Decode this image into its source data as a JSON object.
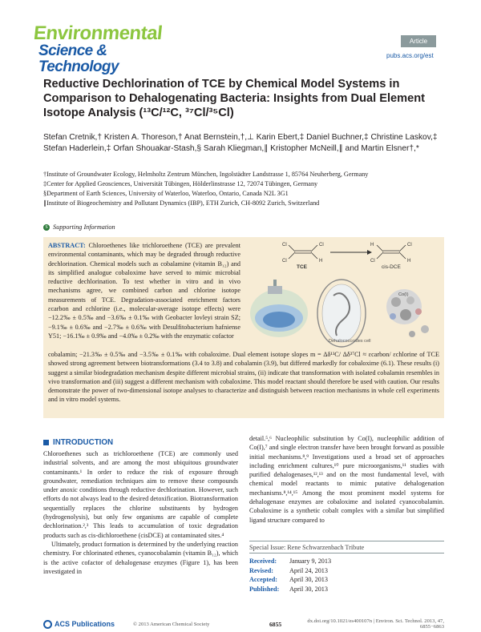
{
  "journal": {
    "logo_line1": "Environmental",
    "logo_line2": "Science & Technology",
    "badge": "Article",
    "url": "pubs.acs.org/est"
  },
  "title": "Reductive Dechlorination of TCE by Chemical Model Systems in Comparison to Dehalogenating Bacteria: Insights from Dual Element Isotope Analysis (¹³C/¹²C, ³⁷Cl/³⁵Cl)",
  "authors": "Stefan Cretnik,† Kristen A. Thoreson,† Anat Bernstein,†,⊥ Karin Ebert,‡ Daniel Buchner,‡ Christine Laskov,‡ Stefan Haderlein,‡ Orfan Shouakar-Stash,§ Sarah Kliegman,∥ Kristopher McNeill,∥ and Martin Elsner†,*",
  "affiliations": [
    "†Institute of Groundwater Ecology, Helmholtz Zentrum München, Ingolstädter Landstrasse 1, 85764 Neuherberg, Germany",
    "‡Center for Applied Geosciences, Universität Tübingen, Hölderlinstrasse 12, 72074 Tübingen, Germany",
    "§Department of Earth Sciences, University of Waterloo, Waterloo, Ontario, Canada N2L 3G1",
    "∥Institute of Biogeochemistry and Pollutant Dynamics (IBP), ETH Zurich, CH-8092 Zurich, Switzerland"
  ],
  "supporting_info": "Supporting Information",
  "abstract": {
    "label": "ABSTRACT:",
    "part1": " Chloroethenes like trichloroethene (TCE) are prevalent environmental contaminants, which may be degraded through reductive dechlorination. Chemical models such as cobalamine (vitamin B₁₂) and its simplified analogue cobaloxime have served to mimic microbial reductive dechlorination. To test whether in vitro and in vivo mechanisms agree, we combined carbon and chlorine isotope measurements of TCE. Degradation-associated enrichment factors εcarbon and εchlorine (i.e., molecular-average isotope effects) were −12.2‰ ± 0.5‰ and −3.6‰ ± 0.1‰ with Geobacter lovleyi strain SZ; −9.1‰ ± 0.6‰ and −2.7‰ ± 0.6‰ with Desulfitobacterium hafniense Y51; −16.1‰ ± 0.9‰ and −4.0‰ ± 0.2‰ with the enzymatic cofactor",
    "part2": "cobalamin; −21.3‰ ± 0.5‰ and −3.5‰ ± 0.1‰ with cobaloxime. Dual element isotope slopes m = Δδ¹³C/ Δδ³⁷Cl ≈ εcarbon/ εchlorine of TCE showed strong agreement between biotransformations (3.4 to 3.8) and cobalamin (3.9), but differed markedly for cobaloxime (6.1). These results (i) suggest a similar biodegradation mechanism despite different microbial strains, (ii) indicate that transformation with isolated cobalamin resembles in vivo transformation and (iii) suggest a different mechanism with cobaloxime. This model reactant should therefore be used with caution. Our results demonstrate the power of two-dimensional isotope analyses to characterize and distinguish between reaction mechanisms in whole cell experiments and in vitro model systems.",
    "graphic": {
      "tce_label": "TCE",
      "product_label": "cis-DCE",
      "cell_label": "Dehalococcoides cell",
      "cofactor_label": "Co(I)"
    }
  },
  "introduction": {
    "heading": "INTRODUCTION",
    "para1": "Chloroethenes such as trichloroethene (TCE) are commonly used industrial solvents, and are among the most ubiquitous groundwater contaminants.¹ In order to reduce the risk of exposure through groundwater, remediation techniques aim to remove these compounds under anoxic conditions through reductive dechlorination. However, such efforts do not always lead to the desired detoxification. Biotransformation sequentially replaces the chlorine substituents by hydrogen (hydrogenolysis), but only few organisms are capable of complete dechlorination.²,³ This leads to accumulation of toxic degradation products such as cis-dichloroethene (cisDCE) at contaminated sites.⁴",
    "para2": "Ultimately, product formation is determined by the underlying reaction chemistry. For chlorinated ethenes, cyanocobalamin (vitamin B₁₂), which is the active cofactor of dehalogenase enzymes (Figure 1), has been investigated in",
    "right": "detail.⁵,⁶ Nucleophilic substitution by Co(I), nucleophilic addition of Co(I),⁷ and single electron transfer have been brought forward as possible initial mechanisms.⁸,⁹ Investigations used a broad set of approaches including enrichment cultures,¹⁰ pure microorganisms,¹¹ studies with purified dehalogenases,¹²,¹³ and on the most fundamental level, with chemical model reactants to mimic putative dehalogenation mechanisms.⁸,¹⁴,¹⁵ Among the most prominent model systems for dehalogenase enzymes are cobaloxime and isolated cyanocobalamin. Cobaloxime is a synthetic cobalt complex with a similar but simplified ligand structure compared to"
  },
  "special_issue": "Special Issue: Rene Schwarzenbach Tribute",
  "dates": [
    {
      "label": "Received:",
      "value": "January 9, 2013"
    },
    {
      "label": "Revised:",
      "value": "April 24, 2013"
    },
    {
      "label": "Accepted:",
      "value": "April 30, 2013"
    },
    {
      "label": "Published:",
      "value": "April 30, 2013"
    }
  ],
  "footer": {
    "publisher": "ACS Publications",
    "copyright": "© 2013 American Chemical Society",
    "page": "6855",
    "doi": "dx.doi.org/10.1021/es400107n | Environ. Sci. Technol. 2013, 47, 6855−6863"
  },
  "colors": {
    "accent": "#1a5aa6",
    "abstract_bg": "#f7ecd5",
    "logo_green": "#8cc63f"
  }
}
